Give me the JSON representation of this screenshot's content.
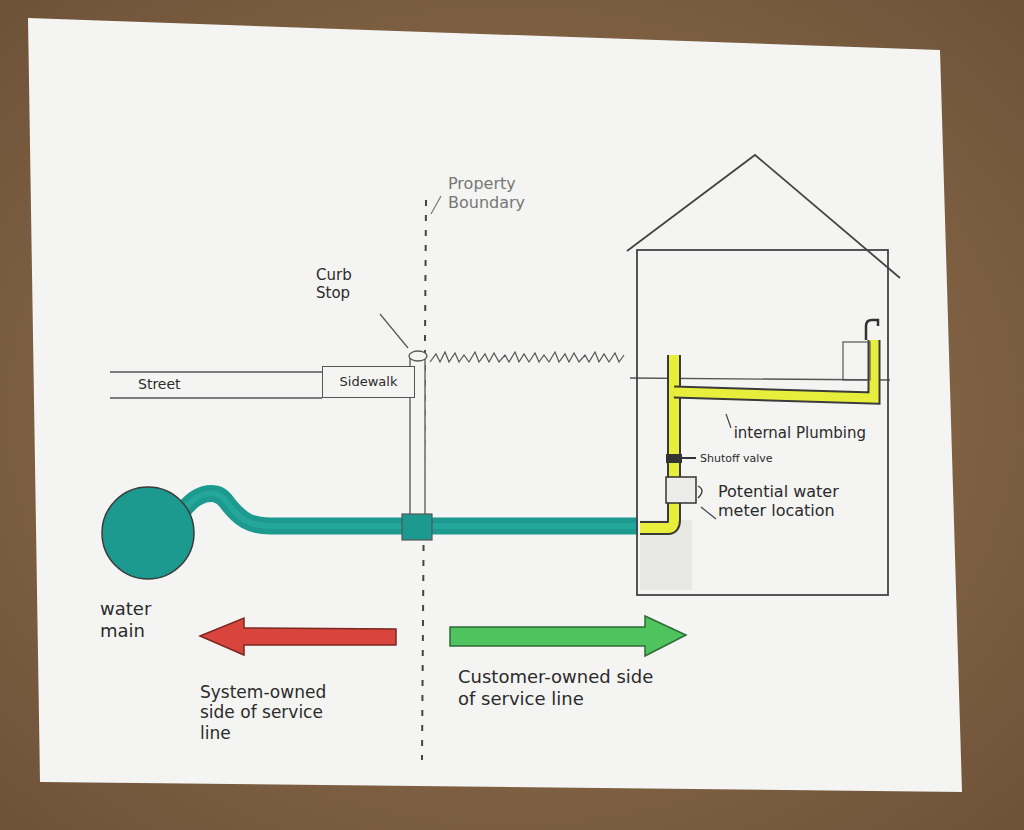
{
  "diagram": {
    "nodes": [
      {
        "text": [
          "Sidewalk"
        ]
      },
      {
        "text": [
          "water main"
        ]
      }
    ],
    "labels": [
      "Property Boundary",
      "Curb Stop",
      "Street",
      "internal Plumbing",
      "Shutoff valve",
      "Potential water meter location",
      "System-owned side of service line",
      "Customer-owned side of service line"
    ]
  }
}
